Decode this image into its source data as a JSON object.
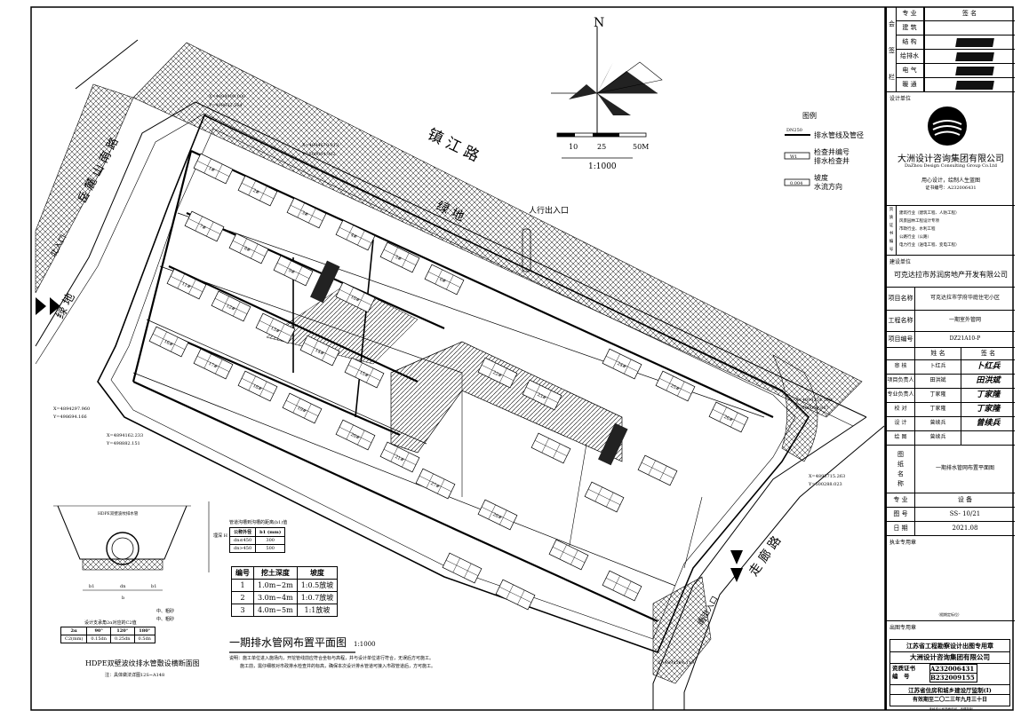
{
  "plan": {
    "north": "N",
    "road_zhenjiang": "镇 江 路",
    "road_yueyangshan": "岳 麓 山 南 路",
    "road_zoulang": "走 廊 路",
    "green_belt_1": "绿 地",
    "green_belt_2": "绿 地",
    "gate_main": "人行出入口",
    "gate_north": "北入口",
    "gate_south": "南出入口",
    "scale_label": "1:1000",
    "scale_ticks": [
      "10",
      "25",
      "50M"
    ],
    "coords": [
      "X=4894909.000",
      "Y=498632.564",
      "X=4894679.813",
      "Y=500004.902",
      "X=4894297.960",
      "Y=498694.166",
      "X=4894162.233",
      "Y=498882.151",
      "X=4894234.598",
      "Y=500059.867",
      "X=4893715.263",
      "Y=500288.023",
      "X=4893584.119"
    ],
    "buildings": [
      "1#",
      "2#",
      "3#",
      "4#",
      "5#",
      "6#",
      "7#",
      "8#",
      "9#",
      "10#",
      "11#",
      "12#",
      "13#",
      "14#",
      "15#",
      "16#",
      "17#",
      "18#",
      "19#",
      "20#",
      "21#",
      "22#",
      "23#",
      "24#",
      "25#",
      "26#",
      "27#",
      "28#"
    ]
  },
  "legend": {
    "title": "图例",
    "items": [
      {
        "sample": "DN250",
        "label": "排水管线及管径"
      },
      {
        "sample": "W1",
        "label": "检查井编号\n排水检查井"
      },
      {
        "sample": "0.004",
        "label": "坡度\n水流方向"
      }
    ]
  },
  "section_drawing": {
    "title": "HDPE双壁波纹排水管敷设横断面图",
    "note": "注：具体做法详图12S~A148",
    "pipe_label": "HDPE双壁波纹排水管",
    "dim_labels": [
      "b1",
      "dn",
      "b1",
      "b"
    ],
    "layer_labels": [
      "中、粗砂",
      "中、粗砂"
    ],
    "depth_label": "埋深 H",
    "width_table": {
      "caption": "设计支承角2α对应的C2值",
      "header": [
        "2α",
        "90°",
        "120°",
        "180°"
      ],
      "row": [
        "C2(mm)",
        "0.15dn",
        "0.25dn",
        "0.5dn"
      ]
    }
  },
  "pipe_table": {
    "caption": "管道沟槽到沟槽的距离(b1)值",
    "header": [
      "公称外径",
      "b1 (mm)"
    ],
    "rows": [
      [
        "dn≤450",
        "300"
      ],
      [
        "dn>450",
        "500"
      ]
    ]
  },
  "slope_table": {
    "header": [
      "编号",
      "挖土深度",
      "坡度"
    ],
    "rows": [
      [
        "1",
        "1.0m~2m",
        "1:0.5放坡"
      ],
      [
        "2",
        "3.0m~4m",
        "1:0.7放坡"
      ],
      [
        "3",
        "4.0m~5m",
        "1:1放坡"
      ]
    ]
  },
  "drawing_title": {
    "title": "一期排水管网布置平面图",
    "scale": "1:1000",
    "notes": [
      "说明：施工单位进入施场内，开挖管线前应符合坐标与高程，并与设计单位进行符合，无误后方可施工。",
      "施工前，需仔细核对市政排水检查井的标高，确保本次设计排水管道可接入市政管道后，方可施工。"
    ]
  },
  "title_block": {
    "sign_header": [
      "专 业",
      "签 名"
    ],
    "sign_side": [
      "会",
      "签",
      "栏"
    ],
    "disciplines": [
      "建 筑",
      "结 构",
      "给排水",
      "电 气",
      "暖 通"
    ],
    "design_unit_label": "设计单位",
    "company_cn": "大洲设计咨询集团有限公司",
    "company_en": "DaZhou Design Consulting Group Co.Ltd",
    "motto": "用心设计，绘制人生蓝图",
    "cert": "证书编号：A232006431",
    "qual_side": [
      "资",
      "质",
      "证",
      "书",
      "编",
      "号"
    ],
    "qualifications": [
      "建筑行业（建筑工程、人防工程）",
      "风景园林工程设计专项",
      "市政行业、水利工程",
      "公路行业（公路）",
      "电力行业（送电工程、变电工程）"
    ],
    "client_label": "建设单位",
    "client": "可克达拉市苏润房地产开发有限公司",
    "project_label": "项目名称",
    "project": "可克达拉市学府华庭住宅小区",
    "work_label": "工程名称",
    "work": "一期室外管网",
    "code_label": "项目编号",
    "code": "DZ21A10-P",
    "staff_header": [
      "姓 名",
      "签 名"
    ],
    "staff": [
      {
        "role": "审 核",
        "name": "卜红兵",
        "sig": "卜红兵"
      },
      {
        "role": "项目负责人",
        "name": "田洪斌",
        "sig": "田洪斌"
      },
      {
        "role": "专业负责人",
        "name": "丁家隆",
        "sig": "丁家隆"
      },
      {
        "role": "校 对",
        "name": "丁家隆",
        "sig": "丁家隆"
      },
      {
        "role": "设 计",
        "name": "曾续兵",
        "sig": "曾续兵"
      },
      {
        "role": "绘 图",
        "name": "曾续兵",
        "sig": ""
      }
    ],
    "drawing_name_label": "图\n纸\n名\n称",
    "drawing_name": "一期排水管网布置平面图",
    "spec_label": "专 业",
    "spec": "设 备",
    "sheet_label": "图 号",
    "sheet": "SS- 10/21",
    "date_label": "日 期",
    "date": "2021.08",
    "stamp_label": "执业专用章",
    "stamp_note": "（假期定标位）",
    "issue_label": "出图专用章",
    "issue_title": "江苏省工程勘察设计出图专用章",
    "issue_company": "大洲设计咨询集团有限公司",
    "issue_cert_label": "资质证书\n编　号",
    "issue_cert_1": "A232006431",
    "issue_cert_2": "B232009155",
    "issue_authority": "江苏省住房和城乡建设厅监制(Ⅰ)",
    "issue_valid": "有效期至二〇二三年九月三十日",
    "footer": "未经本公司书面许可，不得复制"
  }
}
